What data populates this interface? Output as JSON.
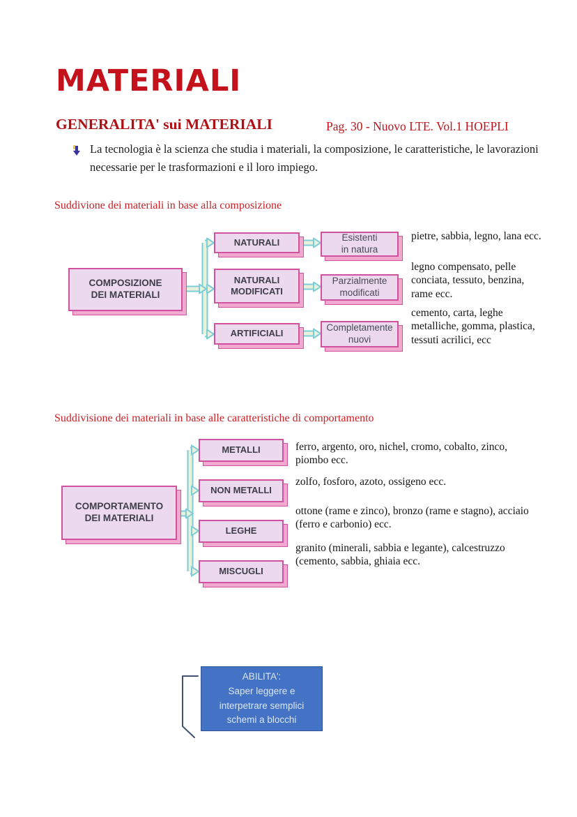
{
  "header": {
    "title": "MATERIALI",
    "subtitle": "GENERALITA' sui MATERIALI",
    "page_ref": "Pag. 30 - Nuovo LTE. Vol.1 HOEPLI"
  },
  "intro": {
    "bullet_icon": "down-arrow-bullet-icon",
    "text": "La tecnologia è la scienza che studia i materiali, la composizione, le caratteristiche, le lavorazioni necessarie per le trasformazioni e il loro impiego."
  },
  "section1": {
    "heading": "Suddivione dei materiali in base alla composizione",
    "root_label": "COMPOSIZIONE\nDEI MATERIALI",
    "rows": [
      {
        "category": "NATURALI",
        "subcategory": "Esistenti\nin natura",
        "examples": "pietre, sabbia, legno, lana ecc."
      },
      {
        "category": "NATURALI\nMODIFICATI",
        "subcategory": "Parzialmente\nmodificati",
        "examples": "legno compensato, pelle conciata, tessuto, benzina, rame ecc."
      },
      {
        "category": "ARTIFICIALI",
        "subcategory": "Completamente\nnuovi",
        "examples": "cemento, carta, leghe metalliche, gomma, plastica, tessuti acrilici, ecc"
      }
    ]
  },
  "section2": {
    "heading": "Suddivisione dei materiali in base alle caratteristiche di comportamento",
    "root_label": "COMPORTAMENTO\nDEI MATERIALI",
    "rows": [
      {
        "category": "METALLI",
        "examples": "ferro, argento, oro, nichel, cromo, cobalto, zinco, piombo ecc."
      },
      {
        "category": "NON METALLI",
        "examples": "zolfo, fosforo, azoto, ossigeno ecc."
      },
      {
        "category": "LEGHE",
        "examples": "ottone (rame e zinco), bronzo (rame e stagno), acciaio (ferro e carbonio) ecc."
      },
      {
        "category": "MISCUGLI",
        "examples": "granito (minerali, sabbia e legante), calcestruzzo (cemento, sabbia, ghiaia ecc."
      }
    ]
  },
  "ability": {
    "lines": [
      "ABILITA':",
      "Saper leggere e",
      "interpetrare semplici",
      "schemi a blocchi"
    ]
  },
  "colors": {
    "title_red": "#c4121c",
    "heading_dark_red": "#ae1015",
    "accent_red": "#c92025",
    "box_fill": "#ecd9ee",
    "box_border": "#d0519e",
    "box_shadow": "#f2a9cf",
    "connector_stroke": "#7fccd9",
    "connector_fill": "#e8f2da",
    "ability_fill": "#4472c4",
    "ability_border": "#2e5496",
    "ability_text": "#dce6f3",
    "bracket": "#3f5370"
  }
}
